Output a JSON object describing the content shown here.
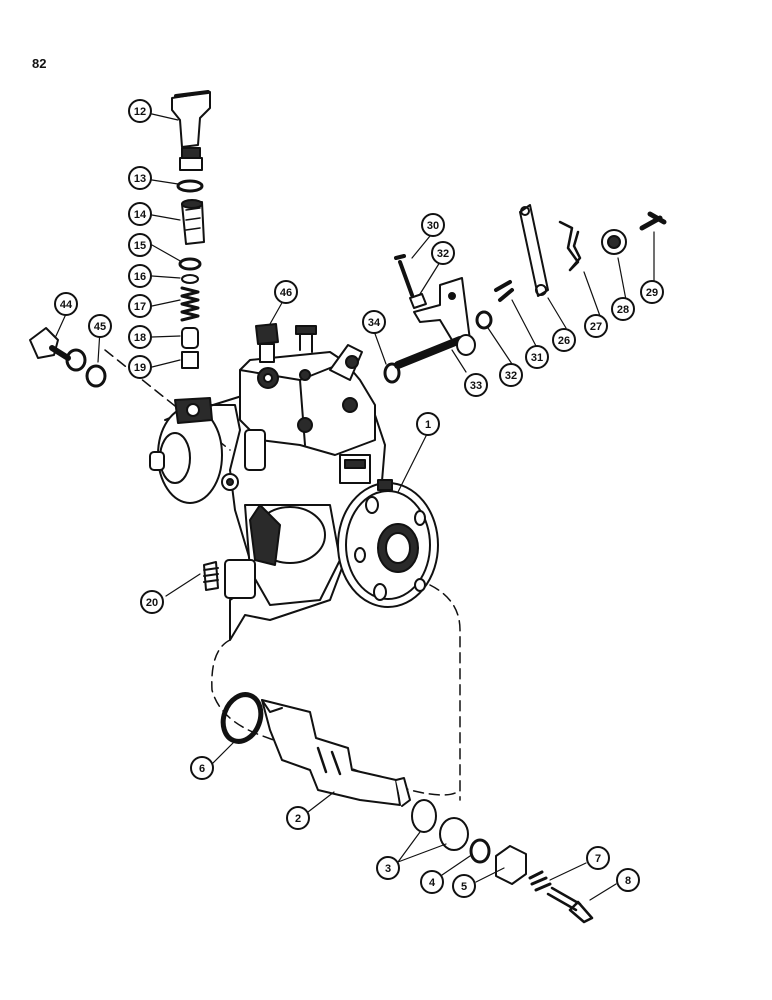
{
  "page": {
    "number": "82"
  },
  "callouts": [
    "1",
    "2",
    "3",
    "4",
    "5",
    "6",
    "7",
    "8",
    "12",
    "13",
    "14",
    "15",
    "16",
    "17",
    "18",
    "19",
    "20",
    "26",
    "27",
    "28",
    "29",
    "30",
    "31",
    "32",
    "32",
    "33",
    "34",
    "44",
    "45",
    "46"
  ],
  "colors": {
    "ink": "#111111",
    "paper": "#ffffff",
    "shade": "#2a2a2a"
  }
}
